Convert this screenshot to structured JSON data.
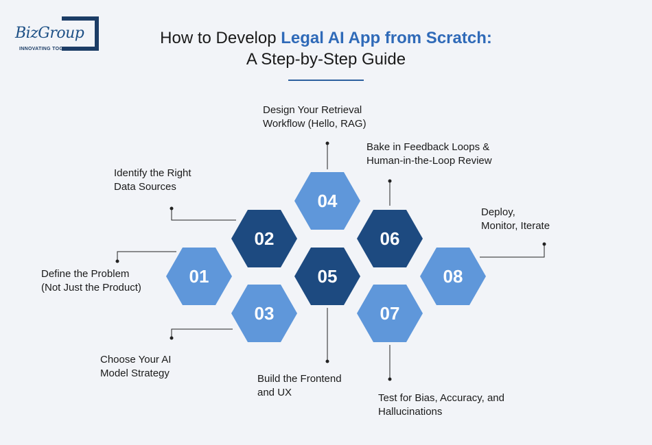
{
  "logo": {
    "brand": "BizGroup",
    "tagline": "INNOVATING TOGETHER"
  },
  "title": {
    "line1_prefix": "How to Develop ",
    "line1_accent": "Legal AI App from Scratch:",
    "line2": "A Step-by-Step Guide"
  },
  "colors": {
    "light_hex": "#5f97da",
    "dark_hex": "#1d4a80",
    "accent_text": "#2f6ab8",
    "background": "#f2f4f8"
  },
  "steps": [
    {
      "number": "01",
      "line1": "Define the Problem",
      "line2": "(Not Just the Product)"
    },
    {
      "number": "02",
      "line1": "Identify the Right",
      "line2": "Data Sources"
    },
    {
      "number": "03",
      "line1": "Choose Your AI",
      "line2": "Model Strategy"
    },
    {
      "number": "04",
      "line1": "Design Your Retrieval",
      "line2": "Workflow (Hello, RAG)"
    },
    {
      "number": "05",
      "line1": "Build the Frontend",
      "line2": "and UX"
    },
    {
      "number": "06",
      "line1": "Bake in Feedback Loops &",
      "line2": "Human-in-the-Loop Review"
    },
    {
      "number": "07",
      "line1": "Test for Bias, Accuracy, and",
      "line2": "Hallucinations"
    },
    {
      "number": "08",
      "line1": "Deploy,",
      "line2": "Monitor, Iterate"
    }
  ]
}
